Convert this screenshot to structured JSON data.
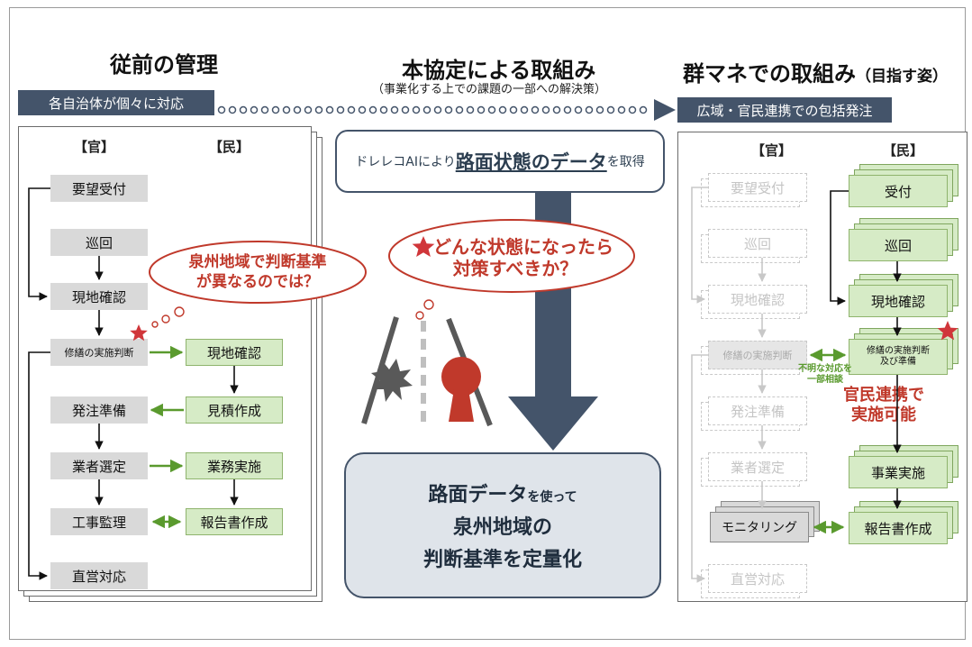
{
  "left": {
    "title": "従前の管理",
    "banner": "各自治体が個々に対応",
    "col_kan": "【官】",
    "col_min": "【民】",
    "kan_steps": [
      "要望受付",
      "巡回",
      "現地確認",
      "修繕の実施判断",
      "発注準備",
      "業者選定",
      "工事監理",
      "直営対応"
    ],
    "min_steps": [
      "現地確認",
      "見積作成",
      "業務実施",
      "報告書作成"
    ],
    "callout": [
      "泉州地域で判断基準",
      "が異なるのでは？"
    ]
  },
  "center": {
    "title": "本協定による取組み",
    "subtitle": "（事業化する上での課題の一部への解決策）",
    "top_prefix": "ドレレコAIにより",
    "top_emph": "路面状態のデータ",
    "top_suffix": "を取得",
    "callout_line1": "どんな状態になったら",
    "callout_line2": "対策すべきか？",
    "bottom_emph": "路面データ",
    "bottom_suffix": "を使って",
    "bottom_line2": "泉州地域の",
    "bottom_line3": "判断基準を定量化"
  },
  "right": {
    "title": "群マネでの取組み",
    "title_paren": "（目指す姿）",
    "banner": "広域・官民連携での包括発注",
    "col_kan": "【官】",
    "col_min": "【民】",
    "kan_ghost": [
      "要望受付",
      "巡回",
      "現地確認",
      "修繕の実施判断",
      "発注準備",
      "業者選定",
      "直営対応"
    ],
    "monitoring": "モニタリング",
    "min_steps": [
      "受付",
      "巡回",
      "現地確認",
      "修繕の実施判断及び準備",
      "事業実施",
      "報告書作成"
    ],
    "min_judge_l1": "修繕の実施判断",
    "min_judge_l2": "及び準備",
    "consult_l1": "不明な対応を",
    "consult_l2": "一部相談",
    "collab_l1": "官民連携で",
    "collab_l2": "実施可能"
  },
  "colors": {
    "navy": "#44546a",
    "green_fill": "#d6ebc6",
    "green_arrow": "#5a9a2e",
    "red": "#c0392b"
  }
}
